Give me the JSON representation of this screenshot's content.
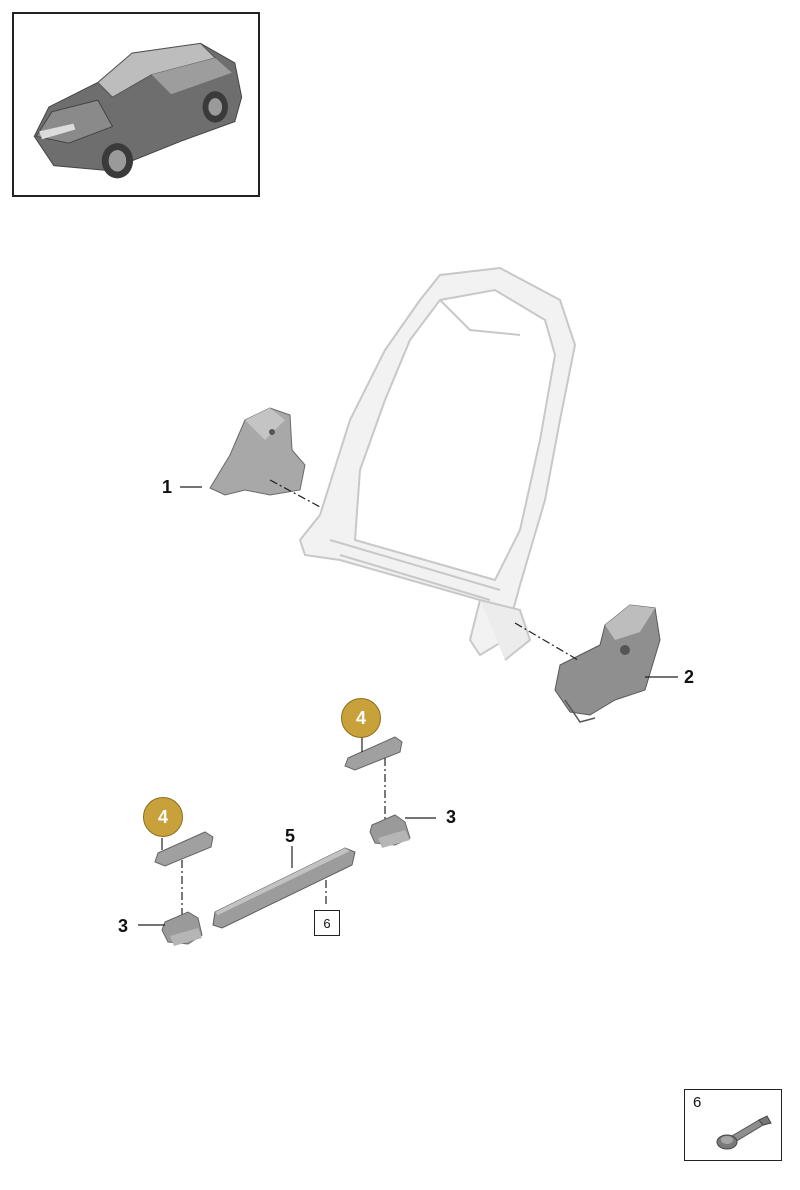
{
  "callouts": {
    "c1": "1",
    "c2": "2",
    "c3a": "3",
    "c3b": "3",
    "c4a": "4",
    "c4b": "4",
    "c5": "5",
    "c6ref": "6"
  },
  "legend": {
    "number": "6"
  },
  "colors": {
    "highlight": "#c9a13b",
    "part": "#9a9a9a",
    "frame": "#e9e9e9"
  }
}
